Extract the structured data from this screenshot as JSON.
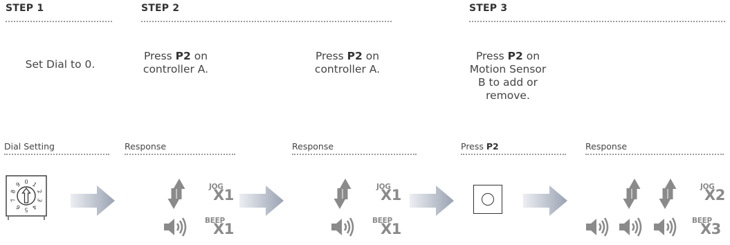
{
  "steps": {
    "step1": "STEP 1",
    "step2": "STEP 2",
    "step3": "STEP 3"
  },
  "instructions": {
    "set_dial": "Set Dial to 0.",
    "press_a1": {
      "pre": "Press ",
      "bold": "P2",
      "post": " on",
      "line2": "controller A."
    },
    "press_a2": {
      "pre": "Press ",
      "bold": "P2",
      "post": " on",
      "line2": "controller A."
    },
    "press_b": {
      "pre": "Press ",
      "bold": "P2",
      "post": " on",
      "line2": "Motion Sensor",
      "line3": "B to add or",
      "line4": "remove."
    }
  },
  "sections": {
    "dial_setting": "Dial Setting",
    "response_1": "Response",
    "response_2": "Response",
    "press_label": "Press ",
    "press_bold": "P2",
    "response_3": "Response"
  },
  "dial": {
    "numbers": [
      "0",
      "1",
      "2",
      "3",
      "4",
      "5",
      "6",
      "7",
      "8",
      "9"
    ]
  },
  "responses": {
    "r1": {
      "jog_word": "JOG",
      "jog_count": "X1",
      "beep_word": "BEEP",
      "beep_count": "X1"
    },
    "r2": {
      "jog_word": "JOG",
      "jog_count": "X1",
      "beep_word": "BEEP",
      "beep_count": "X1"
    },
    "r3": {
      "jog_word": "JOG",
      "jog_count": "X2",
      "beep_word": "BEEP",
      "beep_count": "X3"
    }
  },
  "colors": {
    "icon_grey": "#8a8a8a",
    "arrow_light": "#e6e9ef",
    "arrow_dark": "#9aa3b3",
    "dots": "#9a9a9a"
  }
}
